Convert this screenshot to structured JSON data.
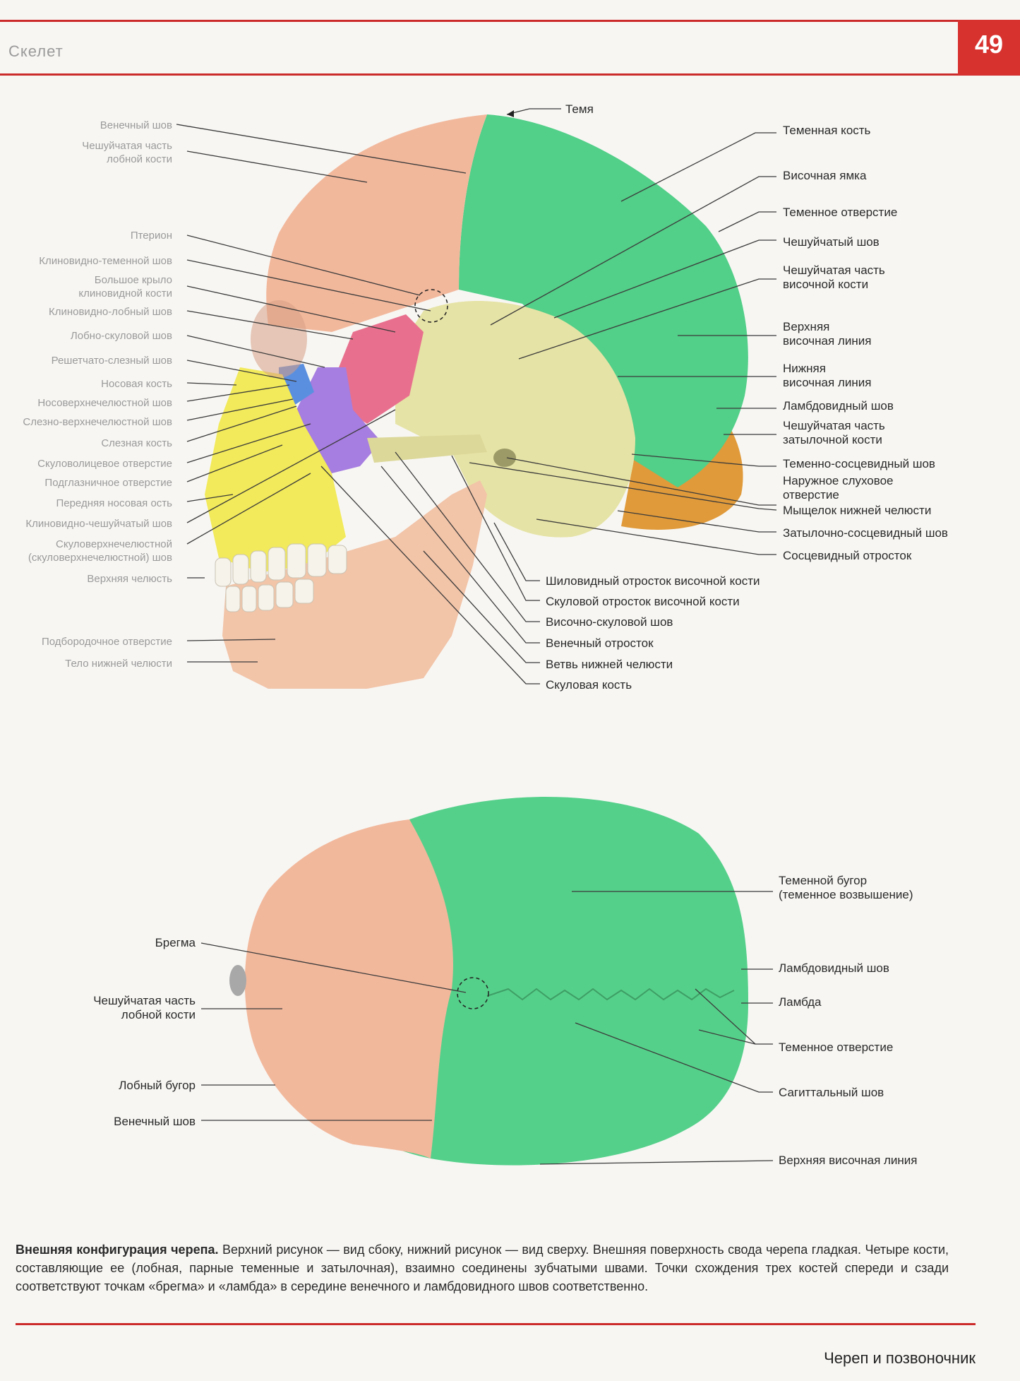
{
  "header": {
    "section_title": "Скелет",
    "page_number": "49"
  },
  "colors": {
    "accent_red": "#d8322f",
    "frontal_bone": "#f2b89c",
    "parietal_bone": "#4fcf86",
    "temporal_bone": "#e8e4a8",
    "sphenoid_bone": "#e86a8a",
    "zygomatic_bone": "#a67de0",
    "maxilla": "#f2ea5a",
    "nasal_bone": "#5a8fe0",
    "occipital_bone": "#e09a3a"
  },
  "side_view": {
    "top_label": "Темя",
    "right_labels": [
      "Теменная кость",
      "Височная ямка",
      "Теменное отверстие",
      "Чешуйчатый шов",
      "Чешуйчатая часть",
      "височной кости",
      "Верхняя",
      "височная линия",
      "Нижняя",
      "височная линия",
      "Ламбдовидный шов",
      "Чешуйчатая часть",
      "затылочной кости",
      "Теменно-сосцевидный шов",
      "Наружное слуховое",
      "отверстие",
      "Мыщелок нижней челюсти",
      "Затылочно-сосцевидный шов",
      "Сосцевидный отросток"
    ],
    "bottom_labels": [
      "Шиловидный отросток височной кости",
      "Скуловой отросток височной кости",
      "Височно-скуловой шов",
      "Венечный отросток",
      "Ветвь нижней челюсти",
      "Скуловая кость"
    ],
    "left_labels": [
      "Венечный шов",
      "Чешуйчатая часть",
      "лобной кости",
      "Птерион",
      "Клиновидно-теменной шов",
      "Большое крыло",
      "клиновидной кости",
      "Клиновидно-лобный шов",
      "Лобно-скуловой шов",
      "Решетчато-слезный шов",
      "Носовая кость",
      "Носоверхнечелюстной шов",
      "Слезно-верхнечелюстной шов",
      "Слезная кость",
      "Скуловолицевое отверстие",
      "Подглазничное отверстие",
      "Передняя носовая ость",
      "Клиновидно-чешуйчатый шов",
      "Скуловерхнечелюстной",
      "(скуловерхнечелюстной) шов",
      "Верхняя челюсть",
      "Подбородочное отверстие",
      "Тело нижней челюсти"
    ]
  },
  "top_view": {
    "left_labels": [
      "Брегма",
      "Чешуйчатая часть",
      "лобной кости",
      "Лобный бугор",
      "Венечный шов"
    ],
    "right_labels": [
      "Теменной бугор",
      "(теменное возвышение)",
      "Ламбдовидный шов",
      "Ламбда",
      "Теменное отверстие",
      "Сагиттальный шов",
      "Верхняя височная линия"
    ]
  },
  "caption": {
    "title": "Внешняя конфигурация черепа.",
    "text": " Верхний рисунок — вид сбоку, нижний рисунок — вид сверху. Внешняя поверхность свода черепа гладкая. Четыре кости, составляющие ее (лобная, парные теменные и затылочная), взаимно соединены зубчатыми швами. Точки схождения трех костей спереди и сзади соответствуют точкам «брегма» и «ламбда» в середине венечного и ламбдовидного швов соответственно."
  },
  "footer": {
    "text": "Череп и позвоночник"
  }
}
